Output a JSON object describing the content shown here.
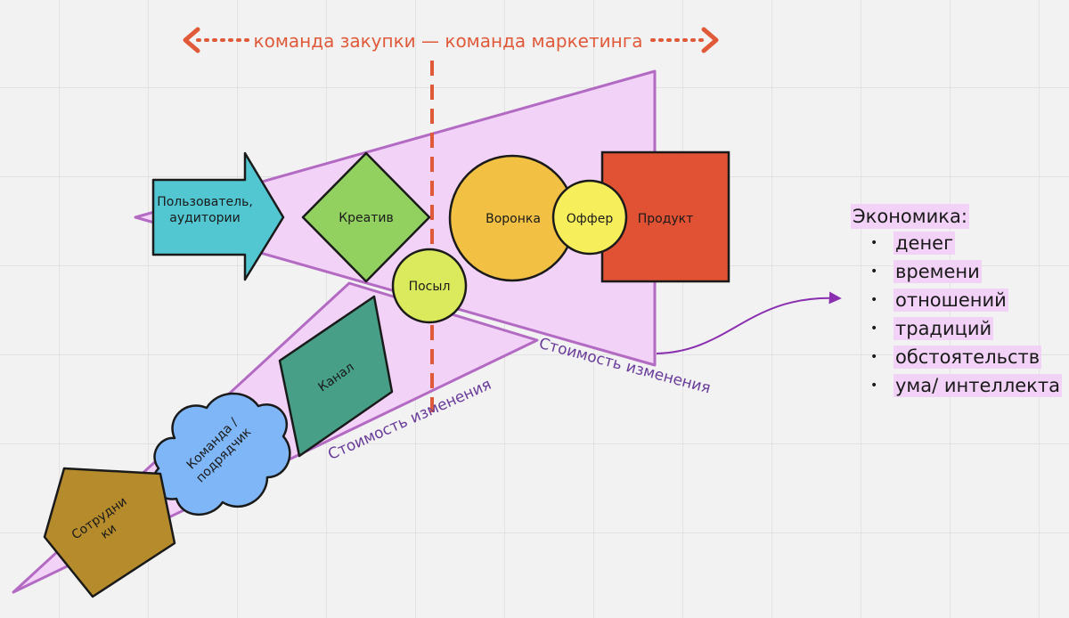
{
  "header": {
    "teams_label": "команда закупки — команда маркетинга"
  },
  "shapes": {
    "user_arrow": "Пользователь,\nаудитории",
    "creative": "Креатив",
    "message": "Посыл",
    "funnel": "Воронка",
    "offer": "Оффер",
    "product": "Продукт",
    "channel": "Канал",
    "team_contractor": "Команда /\nподрядчик",
    "employees": "Сотрудни\nки"
  },
  "labels": {
    "cost_of_change_right": "Стоимость изменения",
    "cost_of_change_lower": "Стоимость изменения"
  },
  "economics": {
    "title": "Экономика:",
    "items": [
      "денег",
      "времени",
      "отношений",
      "традиций",
      "обстоятельств",
      "ума/ интеллекта"
    ]
  },
  "colors": {
    "triangle_fill": "#f2d3f7",
    "triangle_stroke": "#b36ac3",
    "accent_red": "#e05a3a",
    "purple_text": "#6a3c9a",
    "arrow_teal": "#52c7d1",
    "creative_green": "#92d160",
    "message_lime": "#dbea5c",
    "funnel_orange": "#f2c043",
    "offer_yellow": "#f7ee5c",
    "product_red": "#e05233",
    "channel_teal": "#469f86",
    "cloud_blue": "#7fb6f7",
    "pentagon_olive": "#b58b2b"
  }
}
